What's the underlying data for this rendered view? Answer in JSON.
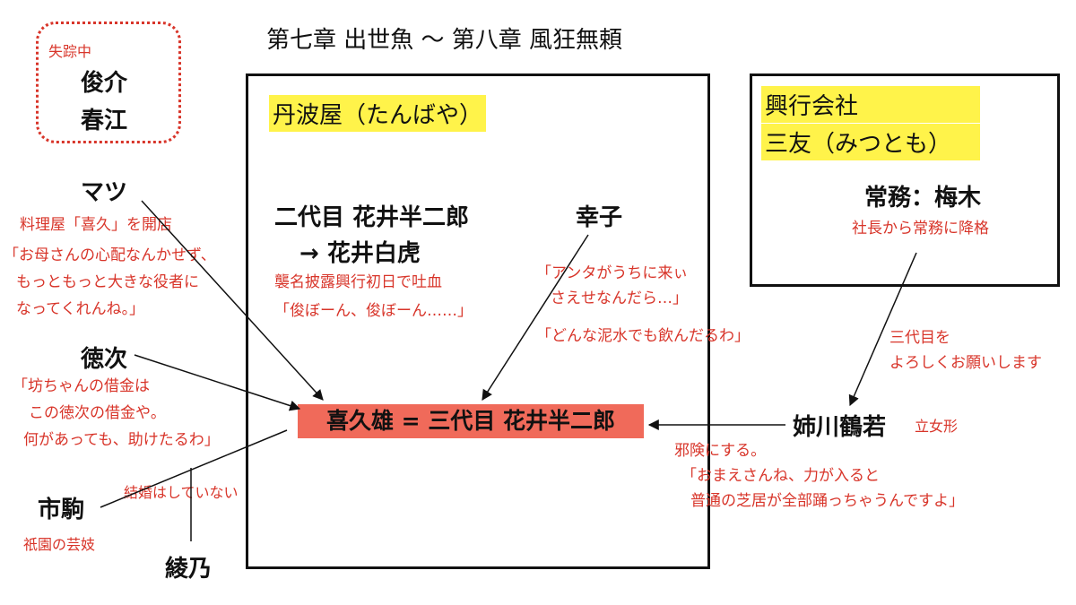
{
  "title": "第七章 出世魚 〜 第八章 風狂無頼",
  "missing": {
    "label": "失踪中",
    "name1": "俊介",
    "name2": "春江"
  },
  "tanbaya": {
    "name": "丹波屋（たんばや）",
    "hanjiro2_line1": "二代目 花井半二郎",
    "hanjiro2_line2": "→ 花井白虎",
    "note1": "襲名披露興行初日で吐血",
    "note2": "「俊ぼーん、俊ぼーん……」"
  },
  "mitomo": {
    "line1": "興行会社",
    "line2": "三友（みつとも）",
    "person": "常務：梅木",
    "note": "社長から常務に降格"
  },
  "center": "喜久雄 = 三代目 花井半二郎",
  "matsu": {
    "name": "マツ",
    "note": "料理屋「喜久」を開店",
    "quote1": "「お母さんの心配なんかせず、",
    "quote2": "もっともっと大きな役者に",
    "quote3": "なってくれんね。」"
  },
  "tokuji": {
    "name": "徳次",
    "quote1": "「坊ちゃんの借金は",
    "quote2": "この徳次の借金や。",
    "quote3": "何があっても、助けたるわ」"
  },
  "ichikoma": {
    "name": "市駒",
    "note": "祇園の芸妓",
    "relation": "結婚はしていない"
  },
  "ayano": {
    "name": "綾乃"
  },
  "sachiko": {
    "name": "幸子",
    "quote1": "「アンタがうちに来ぃ",
    "quote2": "さえせなんだら…」",
    "quote3": "「どんな泥水でも飲んだるわ」"
  },
  "akikawa": {
    "name": "姉川鶴若",
    "role": "立女形",
    "note": "邪険にする。",
    "quote1": "「おまえさんね、力が入ると",
    "quote2": "普通の芝居が全部踊っちゃうんですよ」"
  },
  "umeki_request": {
    "line1": "三代目を",
    "line2": "よろしくお願いします"
  }
}
